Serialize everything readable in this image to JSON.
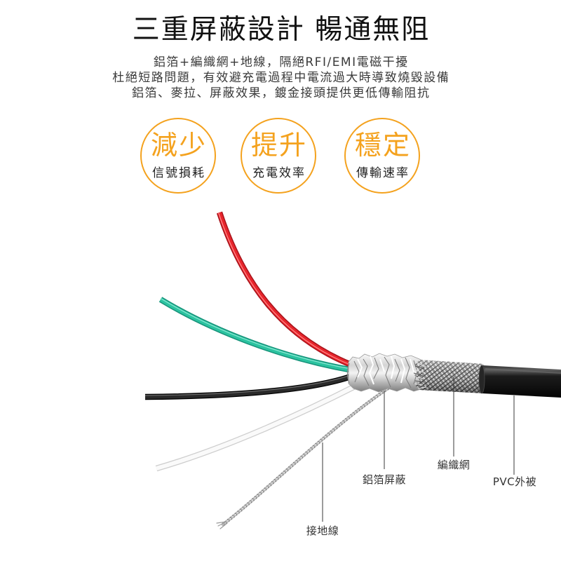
{
  "title": "三重屏蔽設計 暢通無阻",
  "description": [
    "鋁箔+編織網+地線，隔絕RFI/EMI電磁干擾",
    "杜絕短路問題，有效避充電過程中電流過大時導致燒毀設備",
    "鋁箔、麥拉、屏蔽效果，鍍金接頭提供更低傳輸阻抗"
  ],
  "features": [
    {
      "headline": "減少",
      "caption": "信號損耗"
    },
    {
      "headline": "提升",
      "caption": "充電效率"
    },
    {
      "headline": "穩定",
      "caption": "傳輸速率"
    }
  ],
  "cable_labels": {
    "foil": "鋁箔屏蔽",
    "braid": "編織網",
    "jacket": "PVC外被",
    "ground": "接地線"
  },
  "colors": {
    "accent": "#f4a21e",
    "wireRed": "#e8252c",
    "wireGreen": "#2cc3a0",
    "wireBlack": "#2a2a2a",
    "wireWhite": "#fafafa"
  }
}
